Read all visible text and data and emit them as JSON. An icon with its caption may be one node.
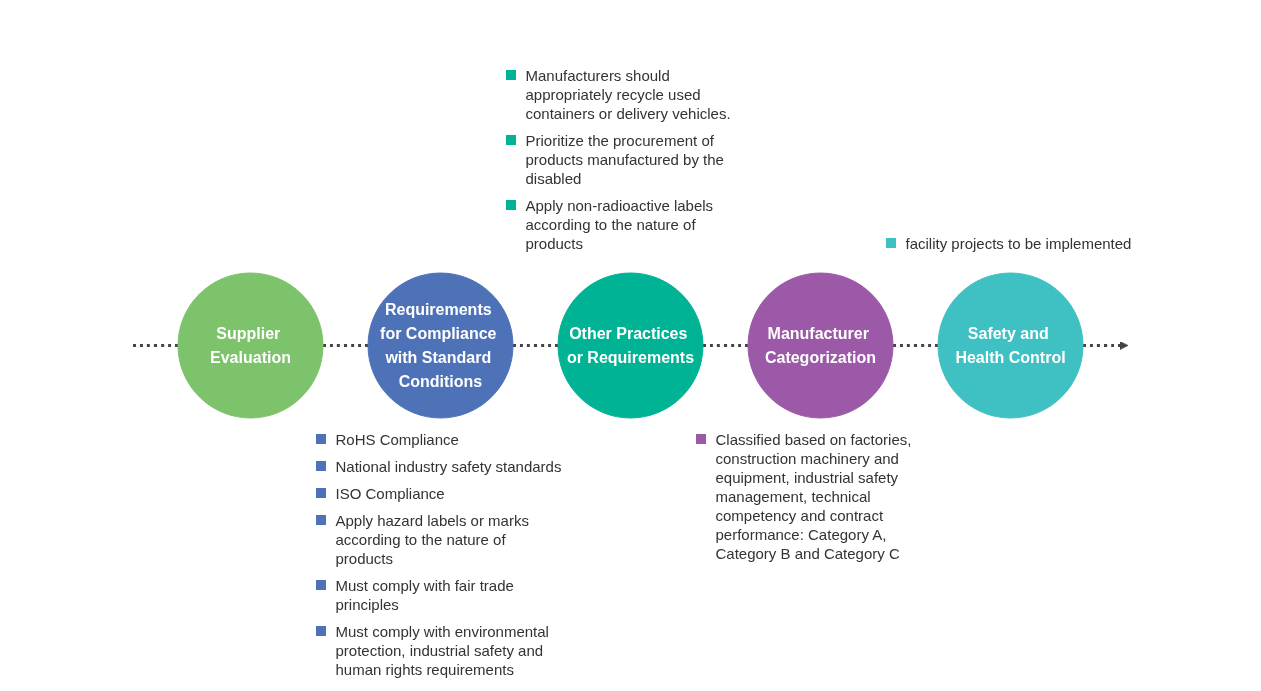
{
  "diagram": {
    "nodes": [
      {
        "text": [
          "Supplier Evaluation"
        ]
      },
      {
        "text": [
          "Requirements for Compliance with Standard Conditions"
        ],
        "beside": [
          "RoHS Compliance",
          "National industry safety standards",
          "ISO Compliance",
          "Apply hazard labels or marks according to the nature of products",
          "Must comply with fair trade principles",
          "Must comply with environmental protection, industrial safety and human rights requirements"
        ]
      },
      {
        "text": [
          "Other Practices or Requirements"
        ],
        "beside": [
          "Manufacturers should appropriately recycle used containers or delivery vehicles.",
          "Prioritize the procurement of products manufactured by the disabled",
          "Apply non-radioactive labels according to the nature of products"
        ]
      },
      {
        "text": [
          "Manufacturer Categorization"
        ],
        "beside": [
          "Classified based on factories, construction machinery and equipment, industrial safety management, technical competency and contract performance: Category A, Category B and Category C"
        ]
      },
      {
        "text": [
          "Safety and Health Control"
        ],
        "beside": [
          "facility projects to be implemented"
        ]
      }
    ],
    "edges": [
      {
        "from": null,
        "to": 0,
        "arrow": "none",
        "style": "dashed"
      },
      {
        "from": 0,
        "to": 1,
        "arrow": "none",
        "style": "dashed"
      },
      {
        "from": 1,
        "to": 2,
        "arrow": "none",
        "style": "dashed"
      },
      {
        "from": 2,
        "to": 3,
        "arrow": "none",
        "style": "dashed"
      },
      {
        "from": 3,
        "to": 4,
        "arrow": "none",
        "style": "dashed"
      },
      {
        "from": 4,
        "to": null,
        "arrow": "to",
        "style": "dashed"
      }
    ]
  }
}
